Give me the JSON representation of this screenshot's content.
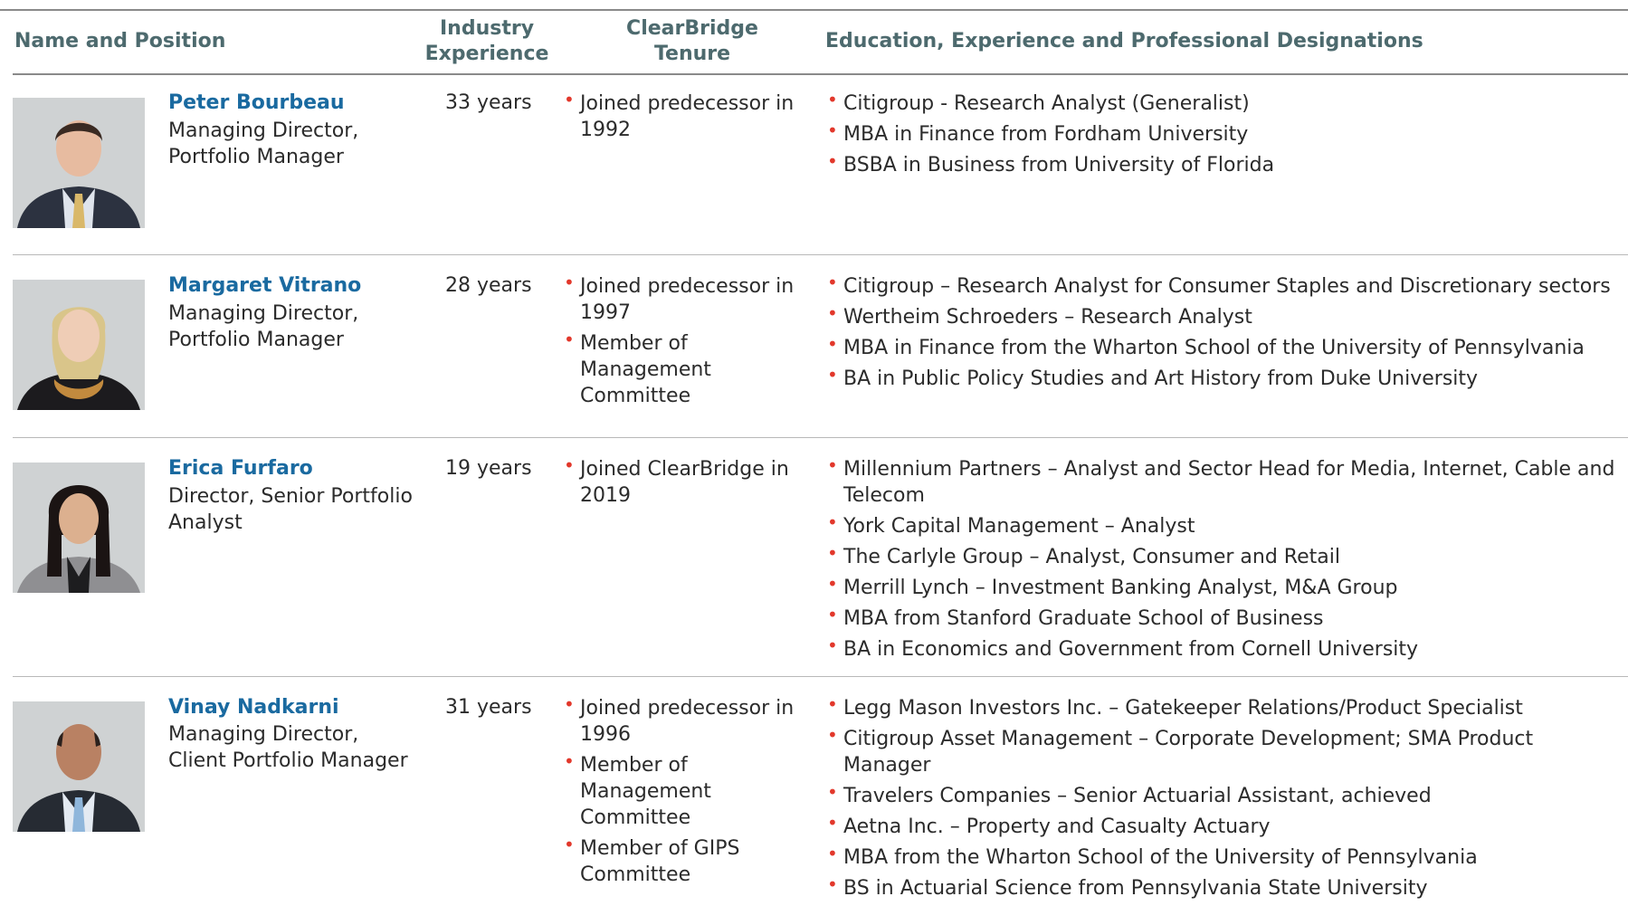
{
  "header": {
    "name_position": "Name and Position",
    "industry_experience_line1": "Industry",
    "industry_experience_line2": "Experience",
    "tenure_line1": "ClearBridge",
    "tenure_line2": "Tenure",
    "education": "Education, Experience and Professional Designations"
  },
  "rows": [
    {
      "name": "Peter Bourbeau",
      "position": "Managing Director, Portfolio Manager",
      "experience": "33 years",
      "tenure": [
        "Joined predecessor in 1992"
      ],
      "education": [
        "Citigroup - Research Analyst (Generalist)",
        "MBA in Finance from Fordham University",
        "BSBA in Business from University of Florida"
      ]
    },
    {
      "name": "Margaret Vitrano",
      "position": "Managing Director, Portfolio Manager",
      "experience": "28 years",
      "tenure": [
        "Joined predecessor in 1997",
        "Member of Management Committee"
      ],
      "education": [
        "Citigroup – Research Analyst for Consumer Staples and Discretionary sectors",
        "Wertheim Schroeders – Research Analyst",
        "MBA in Finance from the Wharton School of the University of Pennsylvania",
        "BA in Public Policy Studies and Art History from Duke University"
      ]
    },
    {
      "name": "Erica Furfaro",
      "position": "Director, Senior Portfolio Analyst",
      "experience": "19 years",
      "tenure": [
        "Joined ClearBridge in 2019"
      ],
      "education": [
        "Millennium Partners – Analyst and Sector Head for Media, Internet, Cable and Telecom",
        "York Capital Management – Analyst",
        "The Carlyle Group – Analyst, Consumer and Retail",
        "Merrill Lynch – Investment Banking Analyst, M&A Group",
        "MBA from Stanford Graduate School of Business",
        "BA in Economics and Government from Cornell University"
      ]
    },
    {
      "name": "Vinay Nadkarni",
      "position": "Managing Director, Client Portfolio Manager",
      "experience": "31 years",
      "tenure": [
        "Joined predecessor in 1996",
        "Member of Management Committee",
        "Member of GIPS Committee"
      ],
      "education": [
        "Legg Mason Investors Inc. – Gatekeeper Relations/Product Specialist",
        "Citigroup Asset Management – Corporate Development; SMA Product Manager",
        "Travelers Companies – Senior Actuarial Assistant, achieved",
        "Aetna Inc. – Property and Casualty Actuary",
        "MBA from the Wharton School of the University of Pennsylvania",
        "BS in Actuarial Science from Pennsylvania State University"
      ]
    }
  ]
}
